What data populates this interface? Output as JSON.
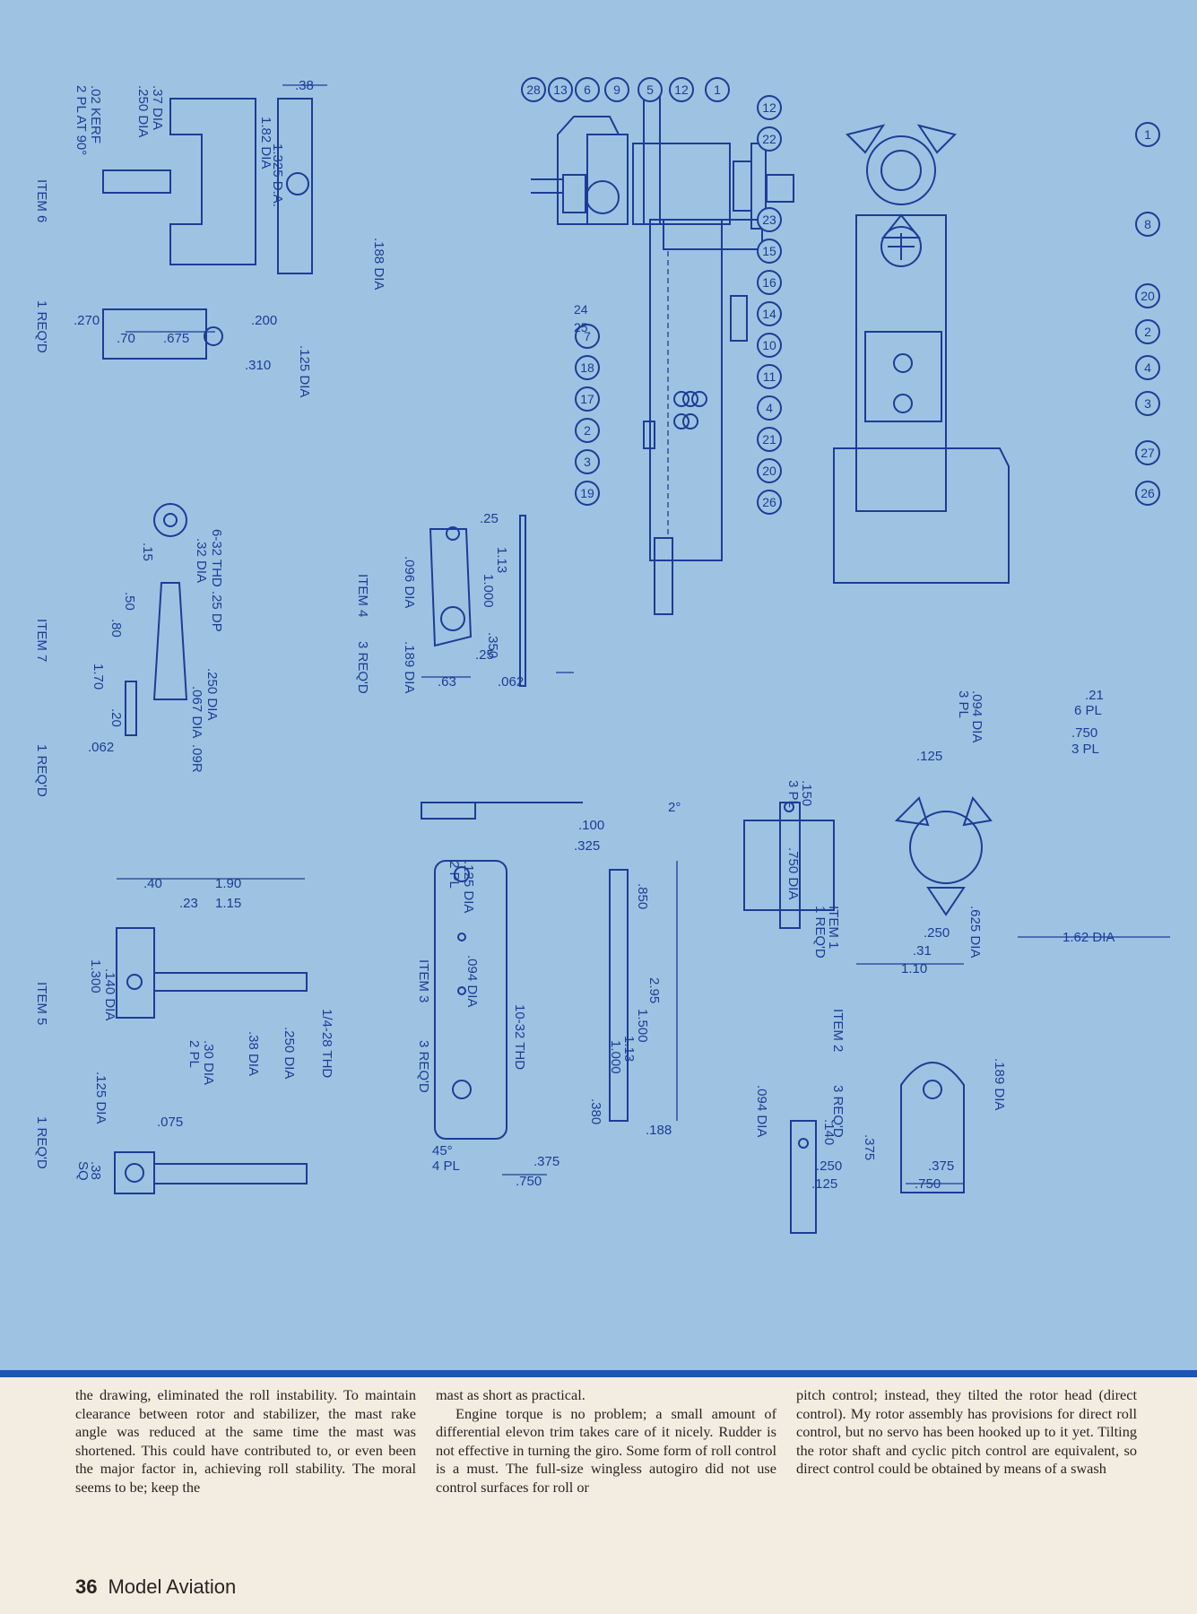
{
  "callouts": {
    "assembly_front": [
      "12",
      "22",
      "23",
      "15",
      "16",
      "14",
      "10",
      "11",
      "4",
      "21",
      "20",
      "26"
    ],
    "assembly_top": [
      "1",
      "12",
      "5",
      "9",
      "6",
      "13",
      "28"
    ],
    "assembly_bottom": [
      "7",
      "18",
      "17",
      "2",
      "3",
      "19",
      "25",
      "24"
    ],
    "head_view": [
      "1",
      "8",
      "20",
      "2",
      "4",
      "3",
      "27",
      "26"
    ]
  },
  "items": {
    "item6": {
      "name": "ITEM 6",
      "qty": "1 REQ'D",
      "dims": [
        ".38",
        ".188 DIA",
        "1.325 D.A.",
        "1.82 DIA",
        ".200",
        ".675",
        ".70",
        ".270",
        ".310",
        ".125 DIA",
        ".37 DIA",
        ".250 DIA",
        ".02 KERF",
        "2 PL AT 90°"
      ]
    },
    "item4": {
      "name": "ITEM 4",
      "qty": "3 REQ'D",
      "dims": [
        ".25",
        "1.13",
        "1.000",
        ".350",
        ".25",
        ".63",
        ".062",
        ".096 DIA",
        ".189 DIA"
      ]
    },
    "item7": {
      "name": "ITEM 7",
      "qty": "1 REQ'D",
      "dims": [
        "6-32 THD .25 DP",
        ".32 DIA",
        ".15",
        ".50",
        ".80",
        "1.70",
        ".20",
        ".062",
        ".250 DIA",
        ".067 DIA",
        ".09R"
      ]
    },
    "item1": {
      "name": "ITEM 1",
      "qty": "1 REQ'D",
      "dims": [
        ".21",
        "6 PL",
        ".750",
        "3 PL",
        ".094 DIA",
        "3 PL",
        ".125",
        ".150",
        "3 PL",
        ".750 DIA",
        ".625 DIA",
        "1.62 DIA",
        ".250",
        ".31",
        "1.10"
      ]
    },
    "item3": {
      "name": "ITEM 3",
      "qty": "3 REQ'D",
      "dims": [
        "2°",
        ".100",
        ".325",
        ".125 DIA",
        "2 PL",
        ".094 DIA",
        ".850",
        "2.95",
        "1.500",
        "1.13",
        "1.000",
        ".380",
        "10-32 THD",
        ".188",
        "45°",
        "4 PL",
        ".375",
        ".750"
      ]
    },
    "item5": {
      "name": "ITEM 5",
      "qty": "1 REQ'D",
      "dims": [
        ".40",
        "1.90",
        ".23",
        "1.15",
        ".140 DIA",
        "1.300",
        ".30 DIA",
        "2 PL",
        ".38 DIA",
        ".250 DIA",
        "1/4-28 THD",
        ".125 DIA",
        ".075",
        ".38",
        "SQ"
      ]
    },
    "item2": {
      "name": "ITEM 2",
      "qty": "3 REQ'D",
      "dims": [
        ".189 DIA",
        ".140",
        ".375",
        ".375",
        ".094 DIA",
        ".250",
        ".125",
        ".750"
      ]
    }
  },
  "text": {
    "col1": "the drawing, eliminated the roll instability. To maintain clearance between rotor and stabilizer, the mast rake angle was reduced at the same time the mast was shortened. This could have contributed to, or even been the major factor in, achieving roll stability. The moral seems to be; keep the",
    "col2a": "mast as short as practical.",
    "col2b": "Engine torque is no problem; a small amount of differential elevon trim takes care of it nicely. Rudder is not effective in turning the giro. Some form of roll control is a must. The full-size wingless autogiro did not use control surfaces for roll or",
    "col3": "pitch control; instead, they tilted the rotor head (direct control). My rotor assembly has provisions for direct roll control, but no servo has been hooked up to it yet. Tilting the rotor shaft and cyclic pitch control are equivalent, so direct control could be obtained by means of a swash"
  },
  "footer": {
    "page": "36",
    "magazine": "Model Aviation"
  }
}
